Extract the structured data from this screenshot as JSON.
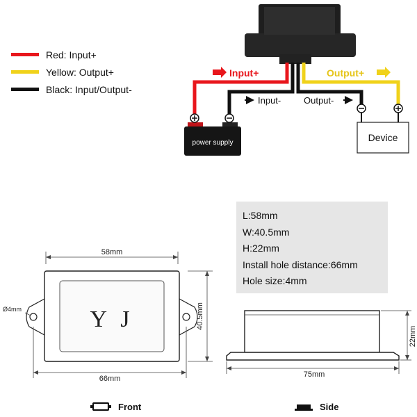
{
  "legend": [
    {
      "label": "Red: Input+",
      "color": "#e8161c"
    },
    {
      "label": "Yellow: Output+",
      "color": "#f0d21a"
    },
    {
      "label": "Black: Input/Output-",
      "color": "#111111"
    }
  ],
  "wiring": {
    "input_plus": "Input+",
    "output_plus": "Output+",
    "input_minus": "Input-",
    "output_minus": "Output-",
    "power_supply": "power supply",
    "device": "Device"
  },
  "specs": [
    "L:58mm",
    "W:40.5mm",
    "H:22mm",
    "Install hole distance:66mm",
    "Hole size:4mm"
  ],
  "front_view": {
    "top_dim": "58mm",
    "bottom_dim": "66mm",
    "side_dim": "40.5mm",
    "hole_dim": "Ø4mm",
    "panel_text": "Y J"
  },
  "side_view": {
    "width_dim": "75mm",
    "height_dim": "22mm"
  },
  "captions": {
    "front": "Front",
    "side": "Side"
  }
}
